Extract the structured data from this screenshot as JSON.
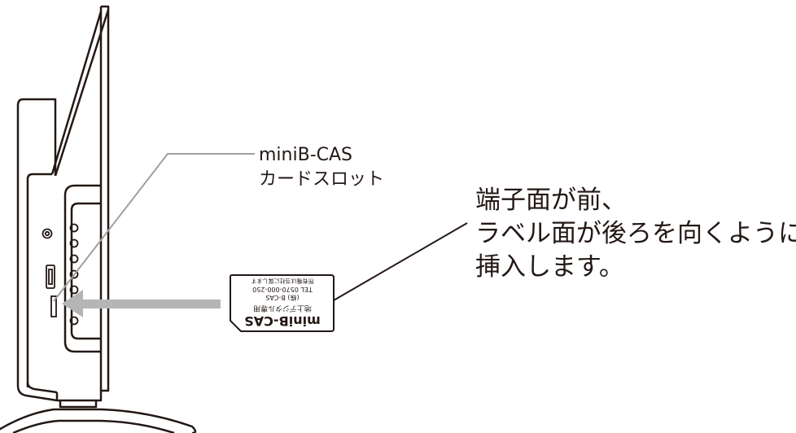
{
  "callouts": {
    "slot": {
      "lines": [
        "miniB-CAS",
        "カードスロット"
      ]
    },
    "insert_instruction": {
      "lines": [
        "端子面が前、",
        "ラベル面が後ろを向くように",
        "挿入します。"
      ]
    }
  },
  "card": {
    "brand": "miniB-CAS",
    "service": "地上デジタル専用",
    "issuer": "(株) B-CAS",
    "tel": "TEL 0570-000-250",
    "notice": "所有権は当社に属します"
  },
  "colors": {
    "line_art": "#231815",
    "leader_line": "#9fa0a0",
    "arrow": "#b5b5b6",
    "background": "#ffffff"
  }
}
